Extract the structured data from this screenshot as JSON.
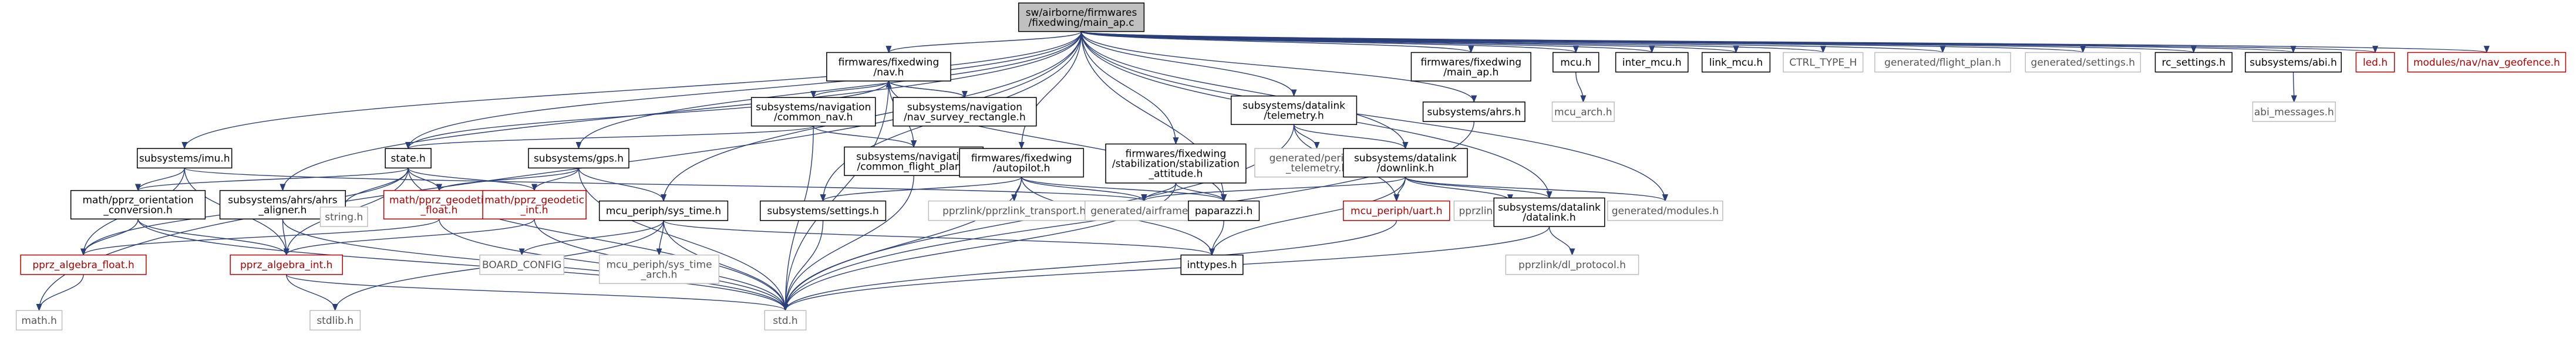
{
  "graph": {
    "nodes": [
      {
        "id": "root",
        "label": [
          "sw/airborne/firmwares",
          "/fixedwing/main_ap.c"
        ],
        "style": "root"
      },
      {
        "id": "nav",
        "label": [
          "firmwares/fixedwing",
          "/nav.h"
        ],
        "style": "black"
      },
      {
        "id": "fwmain",
        "label": [
          "firmwares/fixedwing",
          "/main_ap.h"
        ],
        "style": "black"
      },
      {
        "id": "mcuh",
        "label": [
          "mcu.h"
        ],
        "style": "black"
      },
      {
        "id": "intermcu",
        "label": [
          "inter_mcu.h"
        ],
        "style": "black"
      },
      {
        "id": "linkmcu",
        "label": [
          "link_mcu.h"
        ],
        "style": "black"
      },
      {
        "id": "ctrltype",
        "label": [
          "CTRL_TYPE_H"
        ],
        "style": "grey"
      },
      {
        "id": "flightplan",
        "label": [
          "generated/flight_plan.h"
        ],
        "style": "grey"
      },
      {
        "id": "gensettings",
        "label": [
          "generated/settings.h"
        ],
        "style": "grey"
      },
      {
        "id": "rcsettings",
        "label": [
          "rc_settings.h"
        ],
        "style": "black"
      },
      {
        "id": "abi",
        "label": [
          "subsystems/abi.h"
        ],
        "style": "black"
      },
      {
        "id": "led",
        "label": [
          "led.h"
        ],
        "style": "red"
      },
      {
        "id": "geofence",
        "label": [
          "modules/nav/nav_geofence.h"
        ],
        "style": "red"
      },
      {
        "id": "mcuarch",
        "label": [
          "mcu_arch.h"
        ],
        "style": "grey"
      },
      {
        "id": "abimsg",
        "label": [
          "abi_messages.h"
        ],
        "style": "grey"
      },
      {
        "id": "ahrs",
        "label": [
          "subsystems/ahrs.h"
        ],
        "style": "black"
      },
      {
        "id": "imu",
        "label": [
          "subsystems/imu.h"
        ],
        "style": "black"
      },
      {
        "id": "commonnav",
        "label": [
          "subsystems/navigation",
          "/common_nav.h"
        ],
        "style": "black"
      },
      {
        "id": "navsurvey",
        "label": [
          "subsystems/navigation",
          "/nav_survey_rectangle.h"
        ],
        "style": "black"
      },
      {
        "id": "commonfp",
        "label": [
          "subsystems/navigation",
          "/common_flight_plan.h"
        ],
        "style": "black"
      },
      {
        "id": "state",
        "label": [
          "state.h"
        ],
        "style": "black"
      },
      {
        "id": "gps",
        "label": [
          "subsystems/gps.h"
        ],
        "style": "black"
      },
      {
        "id": "autopilot",
        "label": [
          "firmwares/fixedwing",
          "/autopilot.h"
        ],
        "style": "black"
      },
      {
        "id": "stab",
        "label": [
          "firmwares/fixedwing",
          "/stabilization/stabilization",
          "_attitude.h"
        ],
        "style": "black"
      },
      {
        "id": "telemetry",
        "label": [
          "subsystems/datalink",
          "/telemetry.h"
        ],
        "style": "black"
      },
      {
        "id": "periodic",
        "label": [
          "generated/periodic",
          "_telemetry.h"
        ],
        "style": "grey"
      },
      {
        "id": "downlink",
        "label": [
          "subsystems/datalink",
          "/downlink.h"
        ],
        "style": "black"
      },
      {
        "id": "orient",
        "label": [
          "math/pprz_orientation",
          "_conversion.h"
        ],
        "style": "black"
      },
      {
        "id": "ahrsalign",
        "label": [
          "subsystems/ahrs/ahrs",
          "_aligner.h"
        ],
        "style": "black"
      },
      {
        "id": "string",
        "label": [
          "string.h"
        ],
        "style": "grey"
      },
      {
        "id": "geodfloat",
        "label": [
          "math/pprz_geodetic",
          "_float.h"
        ],
        "style": "red"
      },
      {
        "id": "geodint",
        "label": [
          "math/pprz_geodetic",
          "_int.h"
        ],
        "style": "red"
      },
      {
        "id": "systime",
        "label": [
          "mcu_periph/sys_time.h"
        ],
        "style": "black"
      },
      {
        "id": "boardcfg",
        "label": [
          "BOARD_CONFIG"
        ],
        "style": "grey"
      },
      {
        "id": "systimearch",
        "label": [
          "mcu_periph/sys_time",
          "_arch.h"
        ],
        "style": "grey"
      },
      {
        "id": "subsettings",
        "label": [
          "subsystems/settings.h"
        ],
        "style": "black"
      },
      {
        "id": "pprzlinktrans",
        "label": [
          "pprzlink/pprzlink_transport.h"
        ],
        "style": "grey"
      },
      {
        "id": "airframe",
        "label": [
          "generated/airframe.h"
        ],
        "style": "grey"
      },
      {
        "id": "paparazzi",
        "label": [
          "paparazzi.h"
        ],
        "style": "black"
      },
      {
        "id": "uart",
        "label": [
          "mcu_periph/uart.h"
        ],
        "style": "red"
      },
      {
        "id": "pprzmsg",
        "label": [
          "pprzlink/messages.h"
        ],
        "style": "grey"
      },
      {
        "id": "datalink",
        "label": [
          "subsystems/datalink",
          "/datalink.h"
        ],
        "style": "black"
      },
      {
        "id": "modules",
        "label": [
          "generated/modules.h"
        ],
        "style": "grey"
      },
      {
        "id": "algfloat",
        "label": [
          "pprz_algebra_float.h"
        ],
        "style": "red"
      },
      {
        "id": "algint",
        "label": [
          "pprz_algebra_int.h"
        ],
        "style": "red"
      },
      {
        "id": "inttypes",
        "label": [
          "inttypes.h"
        ],
        "style": "black"
      },
      {
        "id": "dlproto",
        "label": [
          "pprzlink/dl_protocol.h"
        ],
        "style": "grey"
      },
      {
        "id": "mathh",
        "label": [
          "math.h"
        ],
        "style": "grey"
      },
      {
        "id": "stdlib",
        "label": [
          "stdlib.h"
        ],
        "style": "grey"
      },
      {
        "id": "stdint",
        "label": [
          "std.h"
        ],
        "style": "grey"
      },
      {
        "id": "mathh2",
        "label": [
          "math.h"
        ],
        "style": "grey"
      }
    ]
  }
}
